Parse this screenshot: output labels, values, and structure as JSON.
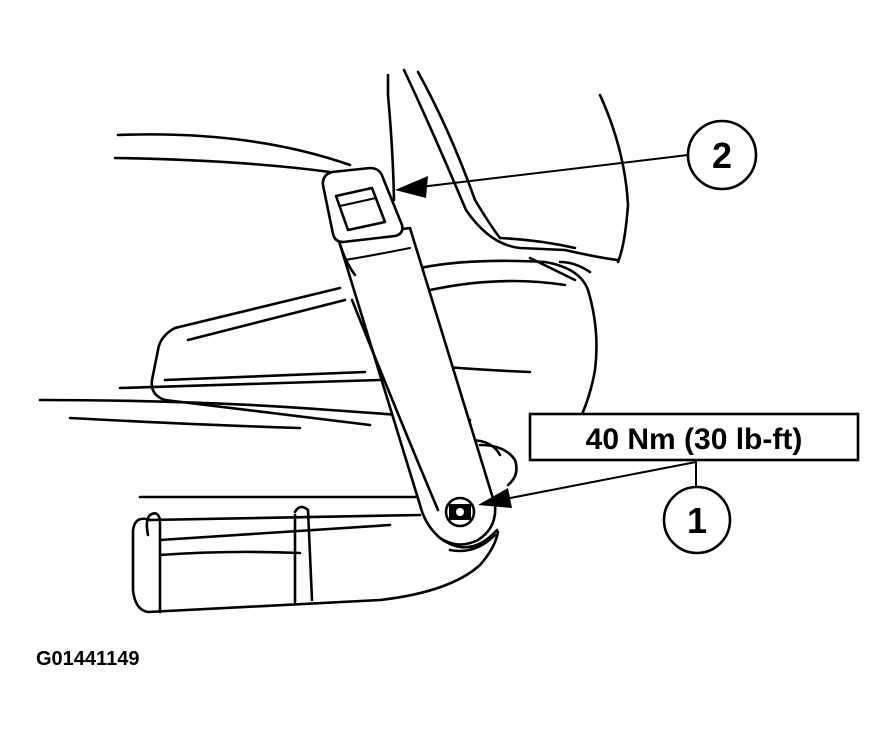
{
  "callouts": [
    {
      "number": "1"
    },
    {
      "number": "2"
    }
  ],
  "torque_label": "40 Nm (30 lb-ft)",
  "figure_id": "G01441149"
}
